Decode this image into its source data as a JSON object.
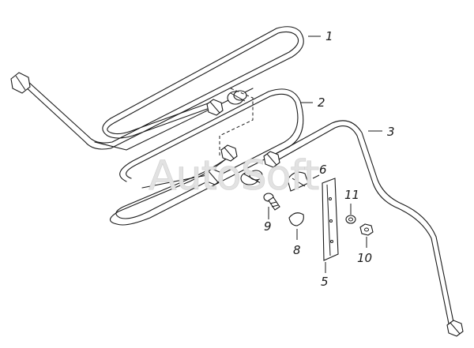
{
  "watermark": {
    "text": "AutoSoft"
  },
  "callouts": [
    {
      "id": "1",
      "label": "1"
    },
    {
      "id": "2",
      "label": "2"
    },
    {
      "id": "3",
      "label": "3"
    },
    {
      "id": "5",
      "label": "5"
    },
    {
      "id": "6",
      "label": "6"
    },
    {
      "id": "8",
      "label": "8"
    },
    {
      "id": "9",
      "label": "9"
    },
    {
      "id": "10",
      "label": "10"
    },
    {
      "id": "11",
      "label": "11"
    }
  ]
}
